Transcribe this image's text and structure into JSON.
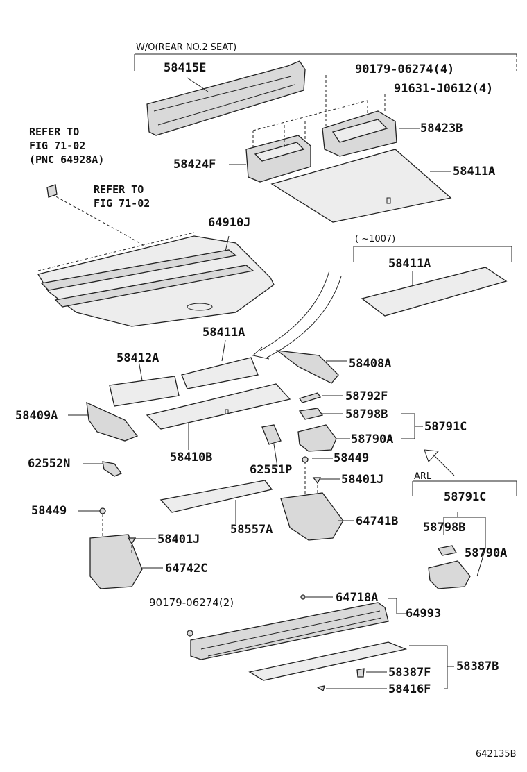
{
  "notes": {
    "wo_rear_seat": "W/O(REAR NO.2 SEAT)",
    "refer1_l1": "REFER TO",
    "refer1_l2": "FIG 71-02",
    "refer1_l3": "(PNC 64928A)",
    "refer2_l1": "REFER TO",
    "refer2_l2": "FIG 71-02",
    "date_range": "(     ~1007)",
    "arl": "ARL",
    "figure_id": "642135B"
  },
  "parts": {
    "p58415E": "58415E",
    "p90179_4": "90179-06274(4)",
    "p91631": "91631-J0612(4)",
    "p58423B": "58423B",
    "p58424F": "58424F",
    "p58411A_top": "58411A",
    "p64910J": "64910J",
    "p58411A_mid": "58411A",
    "p58411A_lower": "58411A",
    "p58412A": "58412A",
    "p58408A": "58408A",
    "p58792F": "58792F",
    "p58409A": "58409A",
    "p58798B": "58798B",
    "p58791C": "58791C",
    "p58790A": "58790A",
    "p58410B": "58410B",
    "p62552N": "62552N",
    "p58449_r": "58449",
    "p62551P": "62551P",
    "p58401J_r": "58401J",
    "p58449_l": "58449",
    "p58557A": "58557A",
    "p64741B": "64741B",
    "p58401J_l": "58401J",
    "p64742C": "64742C",
    "p58791C_arl": "58791C",
    "p58798B_arl": "58798B",
    "p58790A_arl": "58790A",
    "p90179_2": "90179-06274(2)",
    "p64718A": "64718A",
    "p64993": "64993",
    "p58387B": "58387B",
    "p58387F": "58387F",
    "p58416F": "58416F"
  }
}
